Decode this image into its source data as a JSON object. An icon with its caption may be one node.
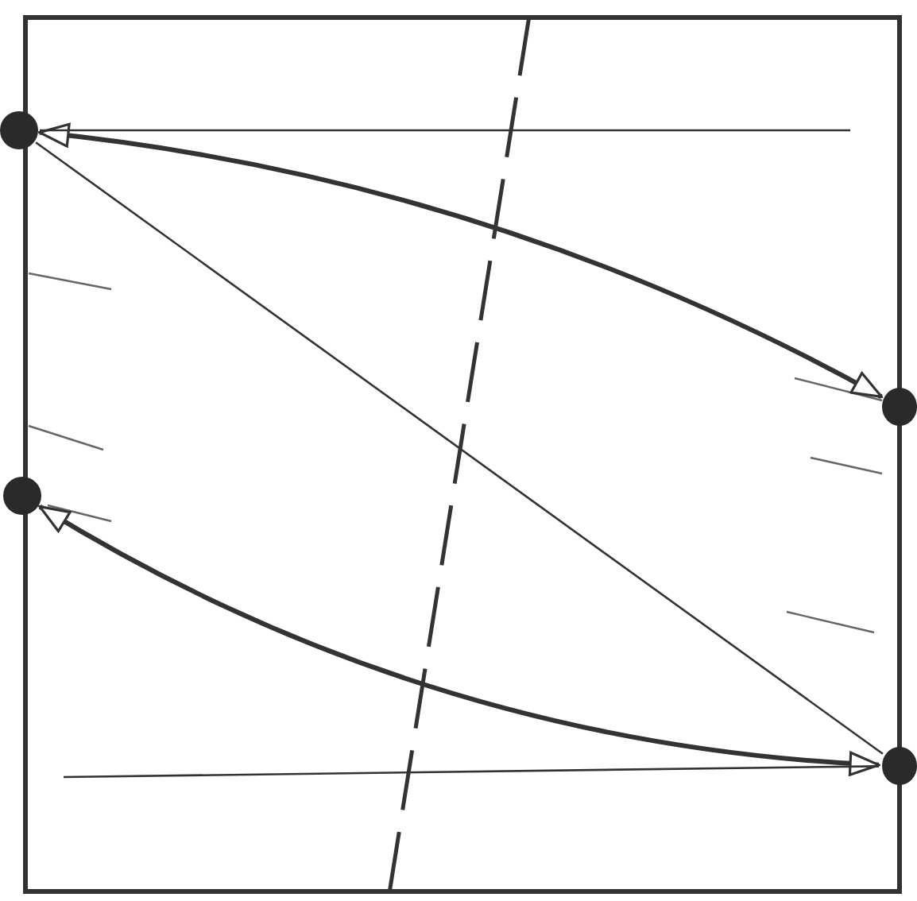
{
  "diagram": {
    "nodes": [
      {
        "text": [],
        "shape": "circle"
      },
      {
        "text": [],
        "shape": "circle"
      },
      {
        "text": [],
        "shape": "circle"
      },
      {
        "text": [],
        "shape": "circle"
      }
    ],
    "edges": [
      {
        "from": 0,
        "to": 1,
        "arrow": "both",
        "style": "thick"
      },
      {
        "from": 3,
        "to": 2,
        "arrow": "both",
        "style": "thick"
      },
      {
        "from": 0,
        "to": 3,
        "arrow": "none"
      },
      {
        "from": 0,
        "to": null,
        "arrow": "none"
      },
      {
        "from": null,
        "to": 3,
        "arrow": "none"
      }
    ]
  }
}
